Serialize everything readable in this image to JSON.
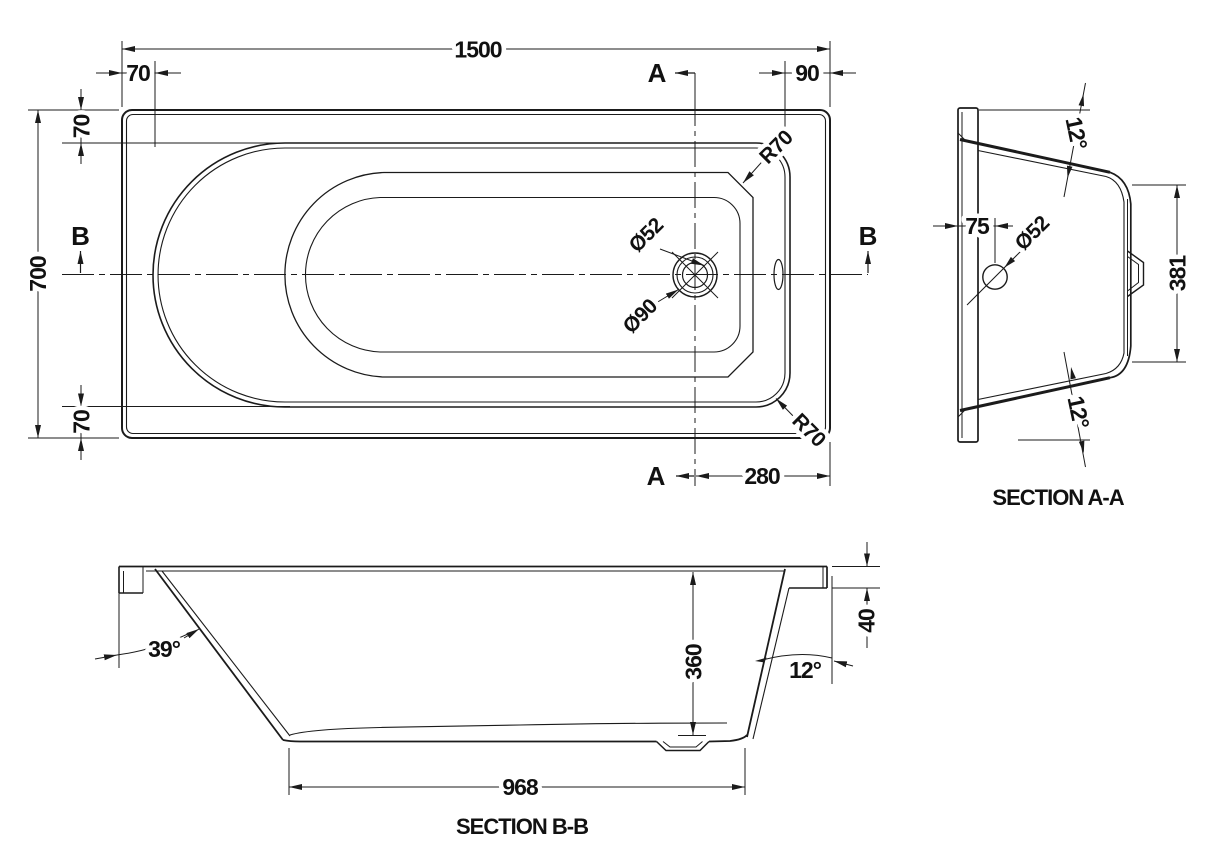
{
  "plan": {
    "dim_length": "1500",
    "dim_rim_left": "70",
    "dim_overflow_offset": "90",
    "marker_a_top": "A",
    "marker_a_bottom": "A",
    "marker_b_left": "B",
    "marker_b_right": "B",
    "dim_width": "700",
    "dim_rim_top": "70",
    "dim_rim_bottom": "70",
    "radius_top_right": "R70",
    "radius_bottom_right": "R70",
    "drain_waste_dia": "Ø52",
    "drain_flange_dia": "Ø90",
    "dim_drain_offset": "280"
  },
  "section_aa": {
    "angle_top": "12°",
    "angle_bottom": "12°",
    "dim_drain_center": "75",
    "drain_dia": "Ø52",
    "dim_height": "381",
    "title": "SECTION A-A"
  },
  "section_bb": {
    "angle_slope": "39°",
    "dim_depth": "360",
    "angle_end_wall": "12°",
    "dim_rim_height": "40",
    "dim_base_length": "968",
    "title": "SECTION B-B"
  }
}
